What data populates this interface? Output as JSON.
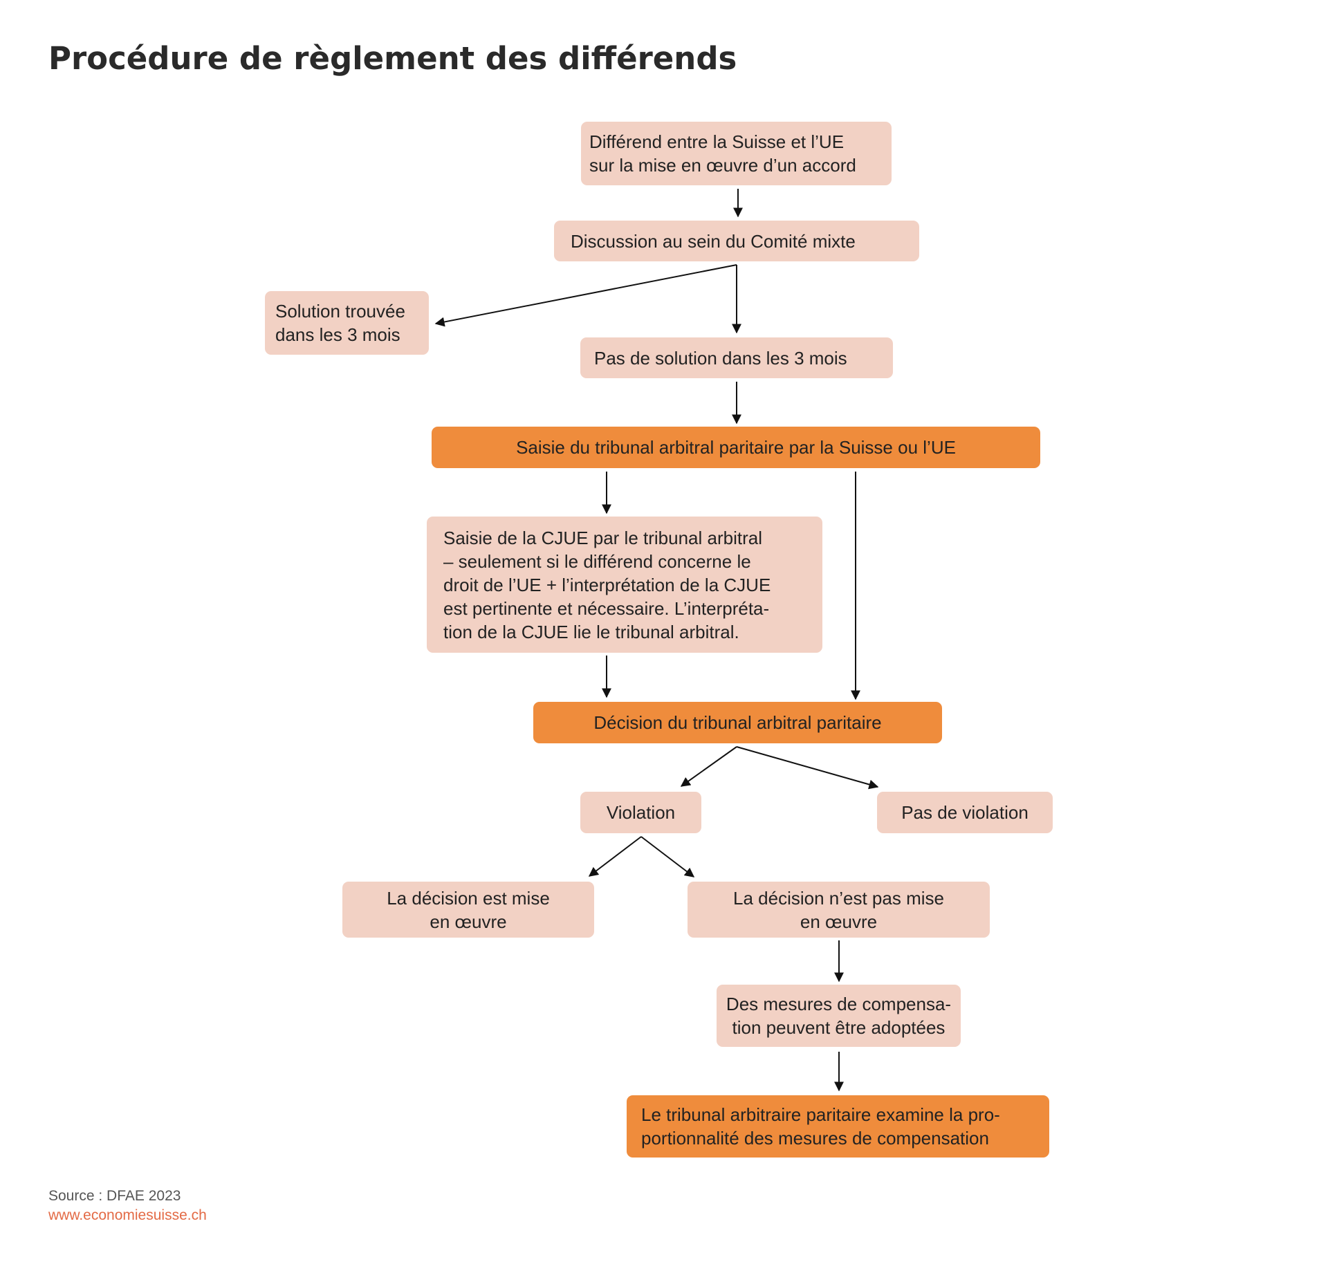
{
  "title": "Procédure de règlement des différends",
  "nodes": {
    "dispute": "Différend entre la Suisse et l’UE\nsur la mise en œuvre d’un accord",
    "joint_committee": "Discussion au sein du Comité mixte",
    "solution_found": "Solution trouvée\ndans les 3 mois",
    "no_solution": "Pas de solution dans les 3 mois",
    "tribunal_seized": "Saisie du tribunal arbitral paritaire par la Suisse ou l’UE",
    "cjue_seized": "Saisie de la CJUE par le tribunal arbitral\n– seulement si le différend concerne le\ndroit de l’UE + l’interprétation de la CJUE\nest pertinente et nécessaire. L’interpréta-\ntion de la CJUE lie le tribunal arbitral.",
    "tribunal_decision": "Décision du tribunal arbitral paritaire",
    "violation": "Violation",
    "no_violation": "Pas de violation",
    "decision_implemented": "La décision est mise\nen œuvre",
    "decision_not_implemented": "La décision n’est pas mise\nen œuvre",
    "compensation_measures": "Des mesures de compensa-\ntion peuvent être adoptées",
    "proportionality_review": "Le tribunal arbitraire paritaire examine la pro-\nportionnalité des mesures de compensation"
  },
  "footer": {
    "source": "Source : DFAE 2023",
    "website": "www.economiesuisse.ch"
  },
  "colors": {
    "light_box": "#f2d1c4",
    "orange_box": "#ef8c3c",
    "link": "#e36a45"
  }
}
